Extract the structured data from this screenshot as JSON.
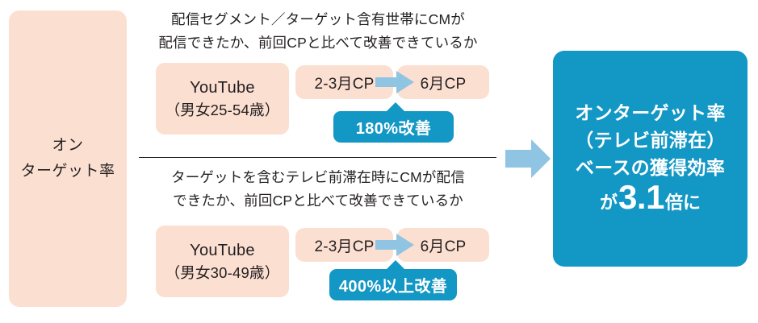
{
  "left_panel": {
    "line1": "オン",
    "line2": "ターゲット率"
  },
  "sections": [
    {
      "heading_line1": "配信セグメント／ターゲット含有世帯にCMが",
      "heading_line2": "配信できたか、前回CPと比べて改善できているか",
      "channel_name": "YouTube",
      "channel_segment": "（男女25-54歳）",
      "cp_from": "2-3月CP",
      "cp_to": "6月CP",
      "arrow_icon": "right-arrow-icon",
      "callout": "180%改善"
    },
    {
      "heading_line1": "ターゲットを含むテレビ前滞在時にCMが配信",
      "heading_line2": "できたか、前回CPと比べて改善できているか",
      "channel_name": "YouTube",
      "channel_segment": "（男女30-49歳）",
      "cp_from": "2-3月CP",
      "cp_to": "6月CP",
      "arrow_icon": "right-arrow-icon",
      "callout": "400%以上改善"
    }
  ],
  "connector": {
    "icon": "right-arrow-icon"
  },
  "result_panel": {
    "line1": "オンターゲット率",
    "line2": "（テレビ前滞在）",
    "line3": "ベースの獲得効率",
    "prefix": "が",
    "value": "3.1",
    "suffix": "倍に"
  },
  "colors": {
    "peach": "#fbdfd1",
    "blue": "#1397c4",
    "light_blue_arrow": "#8fc4e2",
    "text": "#231f20",
    "white": "#ffffff"
  }
}
